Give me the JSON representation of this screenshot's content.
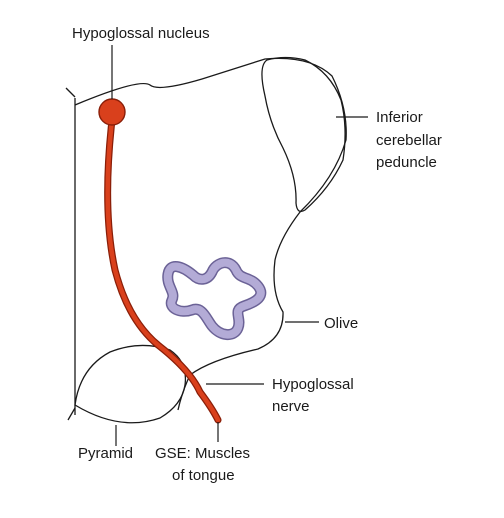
{
  "labels": {
    "hypoglossal_nucleus": "Hypoglossal nucleus",
    "inferior_cerebellar_peduncle": [
      "Inferior",
      "cerebellar",
      "peduncle"
    ],
    "olive": "Olive",
    "hypoglossal_nerve": [
      "Hypoglossal",
      "nerve"
    ],
    "pyramid": "Pyramid",
    "gse": [
      "GSE: Muscles",
      "of tongue"
    ]
  },
  "colors": {
    "nerve": "#d9401c",
    "nerve_outline": "#8a1e08",
    "olive_fill": "#b3abd6",
    "olive_outline": "#6b6296",
    "outline": "#1a1a1a"
  }
}
